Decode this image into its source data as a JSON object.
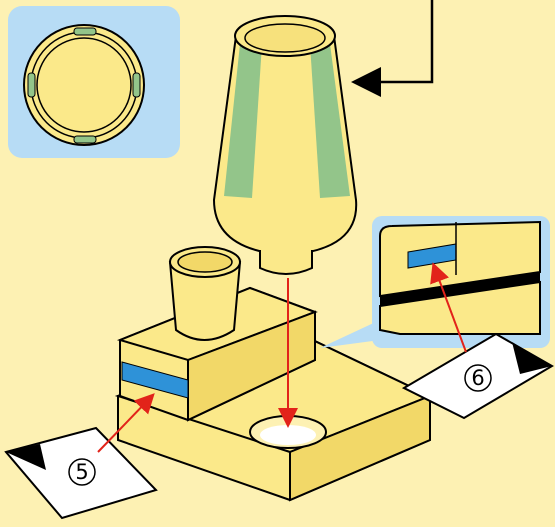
{
  "diagram": {
    "callouts": [
      {
        "id": "callout-5",
        "label": "5"
      },
      {
        "id": "callout-6",
        "label": "6"
      }
    ],
    "colors": {
      "background": "#fdf1b3",
      "part_fill": "#fbe98a",
      "part_shadow": "#f2d868",
      "outline": "#000000",
      "green_band": "#93c58a",
      "blue_stripe": "#2e92d8",
      "inset_background": "#b7dcf5",
      "arrow_red": "#e2231a"
    }
  }
}
